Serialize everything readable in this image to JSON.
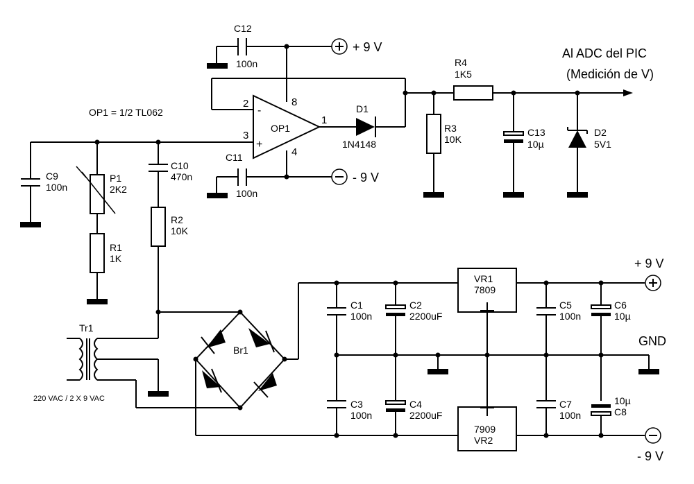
{
  "notes": {
    "op1_note": "OP1 = 1/2 TL062",
    "adc_line1": "Al ADC del PIC",
    "adc_line2": "(Medición de V)",
    "transformer_note": "220 VAC / 2 X 9 VAC"
  },
  "rails": {
    "plus9": "+ 9 V",
    "minus9": "- 9 V",
    "plus9_out": "+ 9 V",
    "minus9_out": "- 9 V",
    "gnd": "GND"
  },
  "opamp": {
    "name": "OP1",
    "pin1": "1",
    "pin2": "2",
    "pin3": "3",
    "pin4": "4",
    "pin8": "8",
    "inv": "-",
    "noninv": "+"
  },
  "components": {
    "C12": {
      "ref": "C12",
      "value": "100n"
    },
    "C11": {
      "ref": "C11",
      "value": "100n"
    },
    "C9": {
      "ref": "C9",
      "value": "100n"
    },
    "C10": {
      "ref": "C10",
      "value": "470n"
    },
    "P1": {
      "ref": "P1",
      "value": "2K2"
    },
    "R1": {
      "ref": "R1",
      "value": "1K"
    },
    "R2": {
      "ref": "R2",
      "value": "10K"
    },
    "D1": {
      "ref": "D1",
      "value": "1N4148"
    },
    "R3": {
      "ref": "R3",
      "value": "10K"
    },
    "R4": {
      "ref": "R4",
      "value": "1K5"
    },
    "C13": {
      "ref": "C13",
      "value": "10µ"
    },
    "D2": {
      "ref": "D2",
      "value": "5V1"
    },
    "Tr1": {
      "ref": "Tr1"
    },
    "Br1": {
      "ref": "Br1"
    },
    "C1": {
      "ref": "C1",
      "value": "100n"
    },
    "C2": {
      "ref": "C2",
      "value": "2200uF"
    },
    "C3": {
      "ref": "C3",
      "value": "100n"
    },
    "C4": {
      "ref": "C4",
      "value": "2200uF"
    },
    "VR1": {
      "ref": "VR1",
      "value": "7809"
    },
    "VR2": {
      "ref": "VR2",
      "value": "7909"
    },
    "C5": {
      "ref": "C5",
      "value": "100n"
    },
    "C6": {
      "ref": "C6",
      "value": "10µ"
    },
    "C7": {
      "ref": "C7",
      "value": "100n"
    },
    "C8": {
      "ref": "C8",
      "value": "10µ"
    }
  },
  "symbols": {
    "plus_terminal": "+",
    "minus_terminal": "−"
  }
}
